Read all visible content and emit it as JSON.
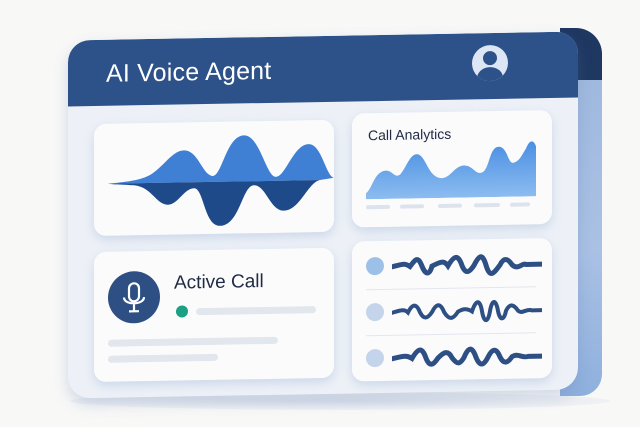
{
  "app": {
    "title": "AI Voice Agent",
    "avatar_icon": "user-avatar-icon",
    "colors": {
      "header": "#2d5189",
      "accent_dark": "#2d4f84",
      "accent_light": "#5b9be6",
      "status_active": "#1aa083"
    }
  },
  "waveform_card": {
    "icon": "audio-waveform-icon"
  },
  "analytics_card": {
    "label": "Call Analytics",
    "chart_type": "area"
  },
  "active_call_card": {
    "label": "Active Call",
    "icon": "microphone-icon",
    "status": "active"
  },
  "recordings": {
    "items": [
      {
        "dot_color": "#9cc0e8",
        "icon": "waveform-icon"
      },
      {
        "dot_color": "#c4d4ea",
        "icon": "waveform-icon"
      },
      {
        "dot_color": "#c4d4ea",
        "icon": "waveform-icon"
      }
    ]
  }
}
